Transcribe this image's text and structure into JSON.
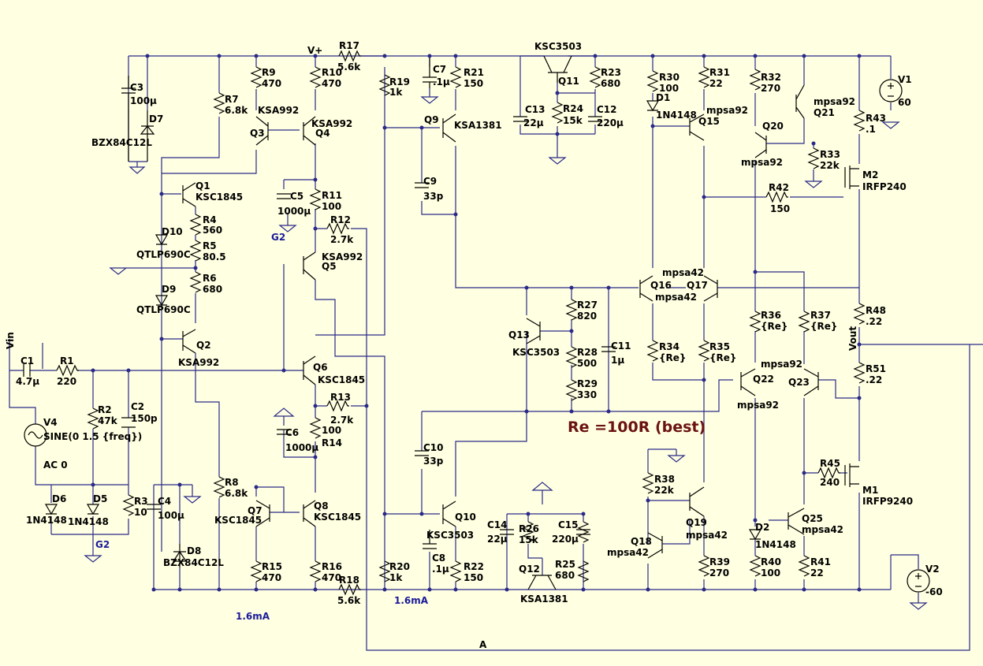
{
  "nets": {
    "vplus": "V+",
    "vin": "Vin",
    "vout": "Vout",
    "a": "A",
    "g2_1": "G2",
    "g2_2": "G2",
    "cur1": "1.6mA",
    "cur2": "1.6mA"
  },
  "note": "Re =100R (best)",
  "sources": {
    "v1_name": "V1",
    "v1_val": "60",
    "v2_name": "V2",
    "v2_val": "-60",
    "v4_name": "V4",
    "v4_val": "SINE(0 1.5 {freq})",
    "v4_ac": "AC 0"
  },
  "resistors": {
    "R1": "220",
    "R2": "47k",
    "R3": "10",
    "R4": "560",
    "R5": "80.5",
    "R6": "680",
    "R7": "6.8k",
    "R8": "6.8k",
    "R9": "470",
    "R10": "470",
    "R11": "100",
    "R12": "2.7k",
    "R13": "2.7k",
    "R14": "100",
    "R15": "470",
    "R16": "470",
    "R17": "5.6k",
    "R18": "5.6k",
    "R19": "1k",
    "R20": "1k",
    "R21": "150",
    "R22": "150",
    "R23": "680",
    "R24": "15k",
    "R25": "680",
    "R26": "15k",
    "R27": "820",
    "R28": "500",
    "R29": "330",
    "R30": "100",
    "R31": "22",
    "R32": "270",
    "R33": "22k",
    "R34": "{Re}",
    "R35": "{Re}",
    "R36": "{Re}",
    "R37": "{Re}",
    "R38": "22k",
    "R39": "270",
    "R40": "100",
    "R41": "22",
    "R42": "150",
    "R43": ".1",
    "R45": "240",
    "R48": ".22",
    "R51": ".22"
  },
  "capacitors": {
    "C1": "4.7µ",
    "C2": "150p",
    "C3": "100µ",
    "C4": "100µ",
    "C5": "1000µ",
    "C6": "1000µ",
    "C7": ".1µ",
    "C8": ".1µ",
    "C9": "33p",
    "C10": "33p",
    "C11": "1µ",
    "C12": "220µ",
    "C13": "22µ",
    "C14": "22µ",
    "C15": "220µ"
  },
  "semis": {
    "Q1": "KSC1845",
    "Q2": "KSA992",
    "Q3": "KSA992",
    "Q4": "KSA992",
    "Q5": "KSA992",
    "Q6": "KSC1845",
    "Q7": "KSC1845",
    "Q8": "KSC1845",
    "Q9": "KSA1381",
    "Q10": "KSC3503",
    "Q11": "KSC3503",
    "Q12": "KSA1381",
    "Q13": "KSC3503",
    "Q15": "mpsa92",
    "Q16": "mpsa42",
    "Q17": "mpsa42",
    "Q18": "mpsa42",
    "Q19": "mpsa42",
    "Q20": "mpsa92",
    "Q21": "mpsa92",
    "Q22": "mpsa92",
    "Q23": "mpsa92",
    "Q25": "mpsa42",
    "M1": "IRFP9240",
    "M2": "IRFP240",
    "D1": "1N4148",
    "D2": "1N4148",
    "D5": "1N4148",
    "D6": "1N4148",
    "D7": "BZX84C12L",
    "D8": "BZX84C12L",
    "D9": "QTLP690C",
    "D10": "QTLP690C"
  }
}
